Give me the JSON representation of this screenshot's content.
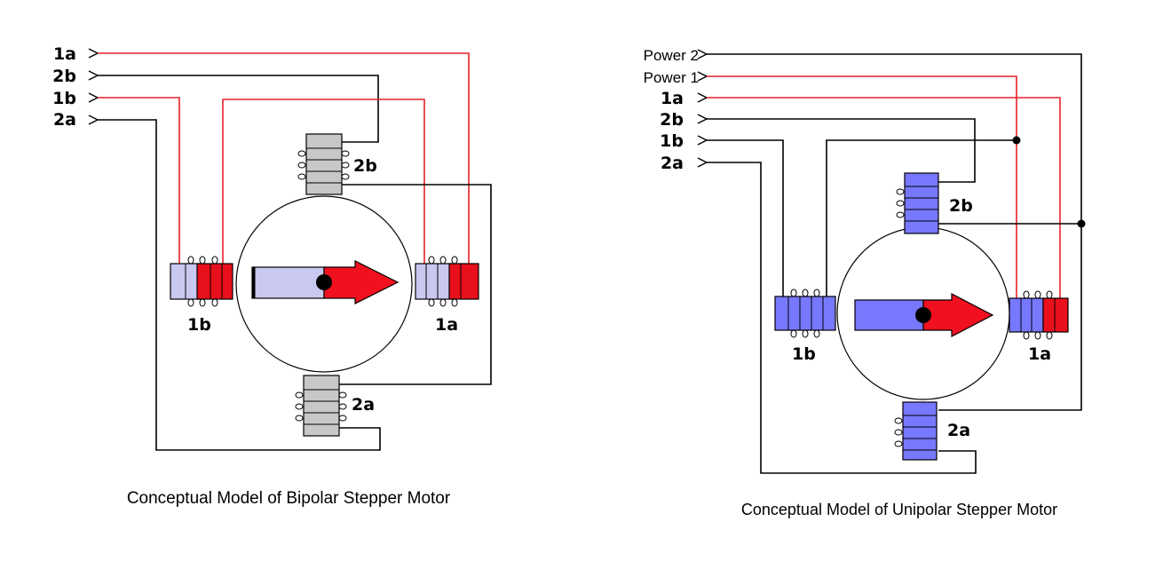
{
  "colors": {
    "wire_red": "#e8202a",
    "wire_black": "#000000",
    "bipolar_coil_gray": "#c8c8c8",
    "bipolar_coil_light": "#c8c8f0",
    "coil_red": "#e8101c",
    "unipolar_coil_blue": "#7878ff",
    "arrow_red": "#f01020"
  },
  "bipolar": {
    "caption": "Conceptual Model of Bipolar Stepper Motor",
    "leads": [
      "1a",
      "2b",
      "1b",
      "2a"
    ],
    "coil_labels": {
      "top": "2b",
      "left": "1b",
      "right": "1a",
      "bottom": "2a"
    }
  },
  "unipolar": {
    "caption": "Conceptual Model of Unipolar Stepper Motor",
    "leads": [
      "Power 2",
      "Power 1",
      "1a",
      "2b",
      "1b",
      "2a"
    ],
    "coil_labels": {
      "top": "2b",
      "left": "1b",
      "right": "1a",
      "bottom": "2a"
    }
  },
  "icons": [
    "lead-connector-icon",
    "rotor-arrow-icon",
    "junction-dot-icon"
  ]
}
